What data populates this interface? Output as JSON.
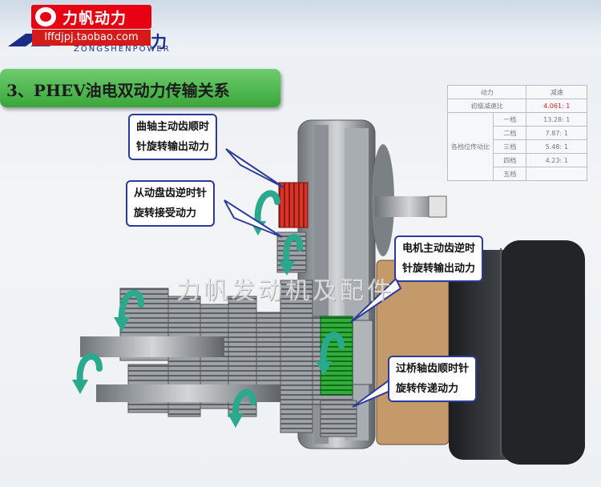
{
  "watermark": {
    "shop_name": "力帆动力",
    "shop_url": "lffdjpj.taobao.com",
    "center_text": "力帆发动机及配件"
  },
  "brand": {
    "cn_suffix": "力",
    "en": "ZONGSHENPOWER"
  },
  "title": "3、PHEV油电双动力传输关系",
  "table": {
    "header": [
      "动力",
      "减速"
    ],
    "ratio_row": {
      "label": "初级减速比",
      "value": "4.061: 1"
    },
    "group_label": "各档位传动比",
    "gears": [
      {
        "name": "一档",
        "ratio": "13.28: 1"
      },
      {
        "name": "二档",
        "ratio": "7.87: 1"
      },
      {
        "name": "三档",
        "ratio": "5.48: 1"
      },
      {
        "name": "四档",
        "ratio": "4.23: 1"
      },
      {
        "name": "五档",
        "ratio": ""
      }
    ]
  },
  "callouts": {
    "crank": {
      "line1": "曲轴主动齿顺时",
      "line2": "针旋转输出动力"
    },
    "clutch": {
      "line1": "从动盘齿逆时针",
      "line2": "旋转接受动力"
    },
    "motor": {
      "line1": "电机主动齿逆时",
      "line2": "针旋转输出动力"
    },
    "bridge": {
      "line1": "过桥轴齿顺时针",
      "line2": "旋转传递动力"
    }
  },
  "colors": {
    "title_green": "#3aa63a",
    "callout_border": "#2a3b9c",
    "arrow_teal": "#2aa98f",
    "gear_red": "#d8342a",
    "gear_green": "#2fae3a"
  }
}
